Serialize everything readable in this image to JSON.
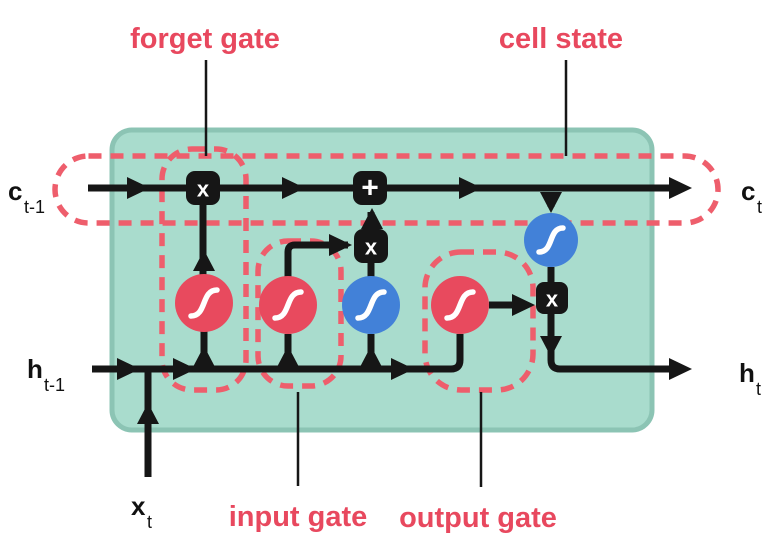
{
  "colors": {
    "box-fill": "#a9dccd",
    "box-border": "#8cc4b4",
    "line-black": "#161616",
    "accent-red": "#e8485e",
    "dash-red": "#ee5e6c",
    "node-red": "#e84a5e",
    "node-blue": "#4281d8",
    "glyph-white": "#ffffff"
  },
  "annotations": {
    "forget_gate": "forget gate",
    "cell_state": "cell state",
    "input_gate": "input gate",
    "output_gate": "output gate"
  },
  "io": {
    "c_prev": {
      "base": "c",
      "sub": "t-1"
    },
    "c_next": {
      "base": "c",
      "sub": "t"
    },
    "h_prev": {
      "base": "h",
      "sub": "t-1"
    },
    "h_next": {
      "base": "h",
      "sub": "t"
    },
    "x_in": {
      "base": "x",
      "sub": "t"
    }
  },
  "ops": {
    "forget_multiply": "x",
    "cell_add": "+",
    "input_multiply": "x",
    "output_multiply": "x"
  },
  "icons": {
    "sigmoid_icon": "s-curve",
    "tanh_icon": "s-curve"
  }
}
